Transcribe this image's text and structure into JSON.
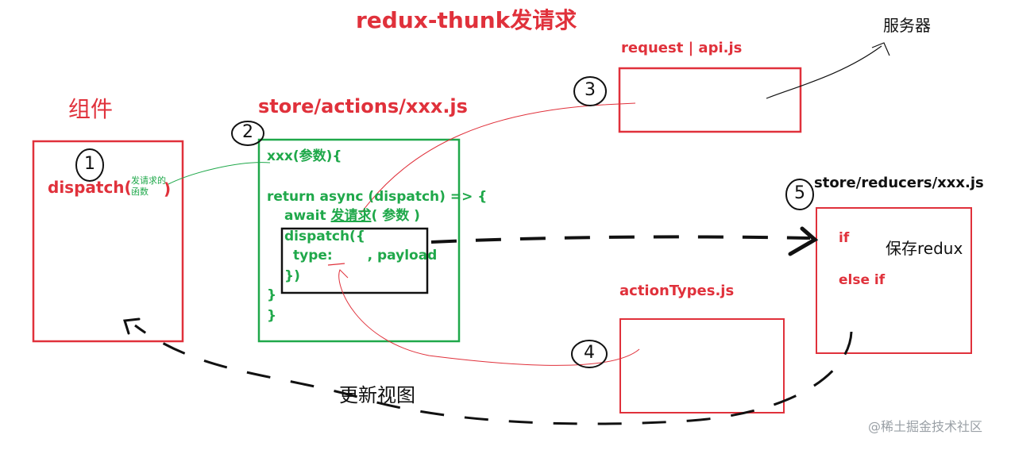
{
  "diagram": {
    "title": "redux-thunk发请求",
    "component": {
      "title": "组件",
      "dispatch_call": "dispatch(",
      "dispatch_close": ")",
      "dispatch_arg_note": "发请求的函数"
    },
    "actions": {
      "title": "store/actions/xxx.js",
      "code": [
        "xxx(参数){",
        "return async (dispatch) => {",
        "await ",
        "发请求",
        "( 参数 )",
        "dispatch({",
        "type: ",
        ", payload",
        "})",
        "}",
        "}"
      ]
    },
    "api": {
      "title": "request | api.js"
    },
    "server": {
      "label": "服务器"
    },
    "reducers": {
      "title": "store/reducers/xxx.js",
      "if_label": "if",
      "else_if_label": "else if",
      "save_label": "保存redux"
    },
    "action_types": {
      "title": "actionTypes.js"
    },
    "update_view": {
      "label": "更新视图"
    },
    "steps": [
      "1",
      "2",
      "3",
      "4",
      "5"
    ],
    "watermark": "@稀土掘金技术社区",
    "colors": {
      "red": "#e0313b",
      "green": "#1fa84a",
      "black": "#111111"
    }
  }
}
